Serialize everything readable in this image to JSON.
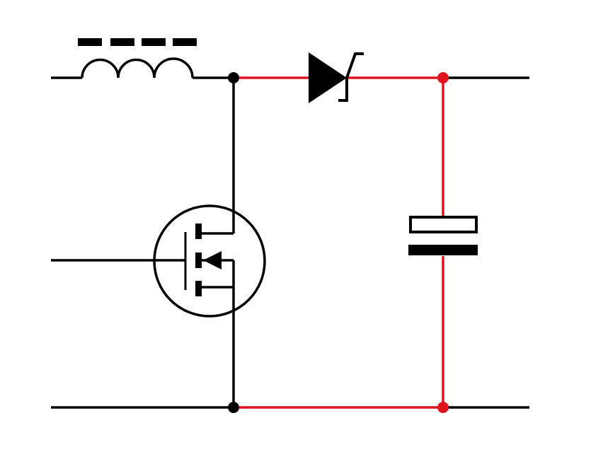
{
  "diagram": {
    "type": "boost-converter-schematic",
    "components": [
      {
        "id": "inductor",
        "kind": "inductor-with-ferrite-core",
        "icon": "inductor-icon"
      },
      {
        "id": "schottky-diode",
        "kind": "schottky-diode",
        "icon": "schottky-diode-icon"
      },
      {
        "id": "mosfet",
        "kind": "n-channel-mosfet",
        "icon": "mosfet-icon"
      },
      {
        "id": "capacitor",
        "kind": "polarized-capacitor",
        "icon": "capacitor-icon"
      }
    ],
    "highlighted_path": [
      "switch-node-to-diode",
      "diode-to-output",
      "capacitor-branch",
      "ground-return"
    ]
  },
  "colors": {
    "wire": "#000000",
    "highlight": "#e0141e",
    "background": "#ffffff"
  }
}
